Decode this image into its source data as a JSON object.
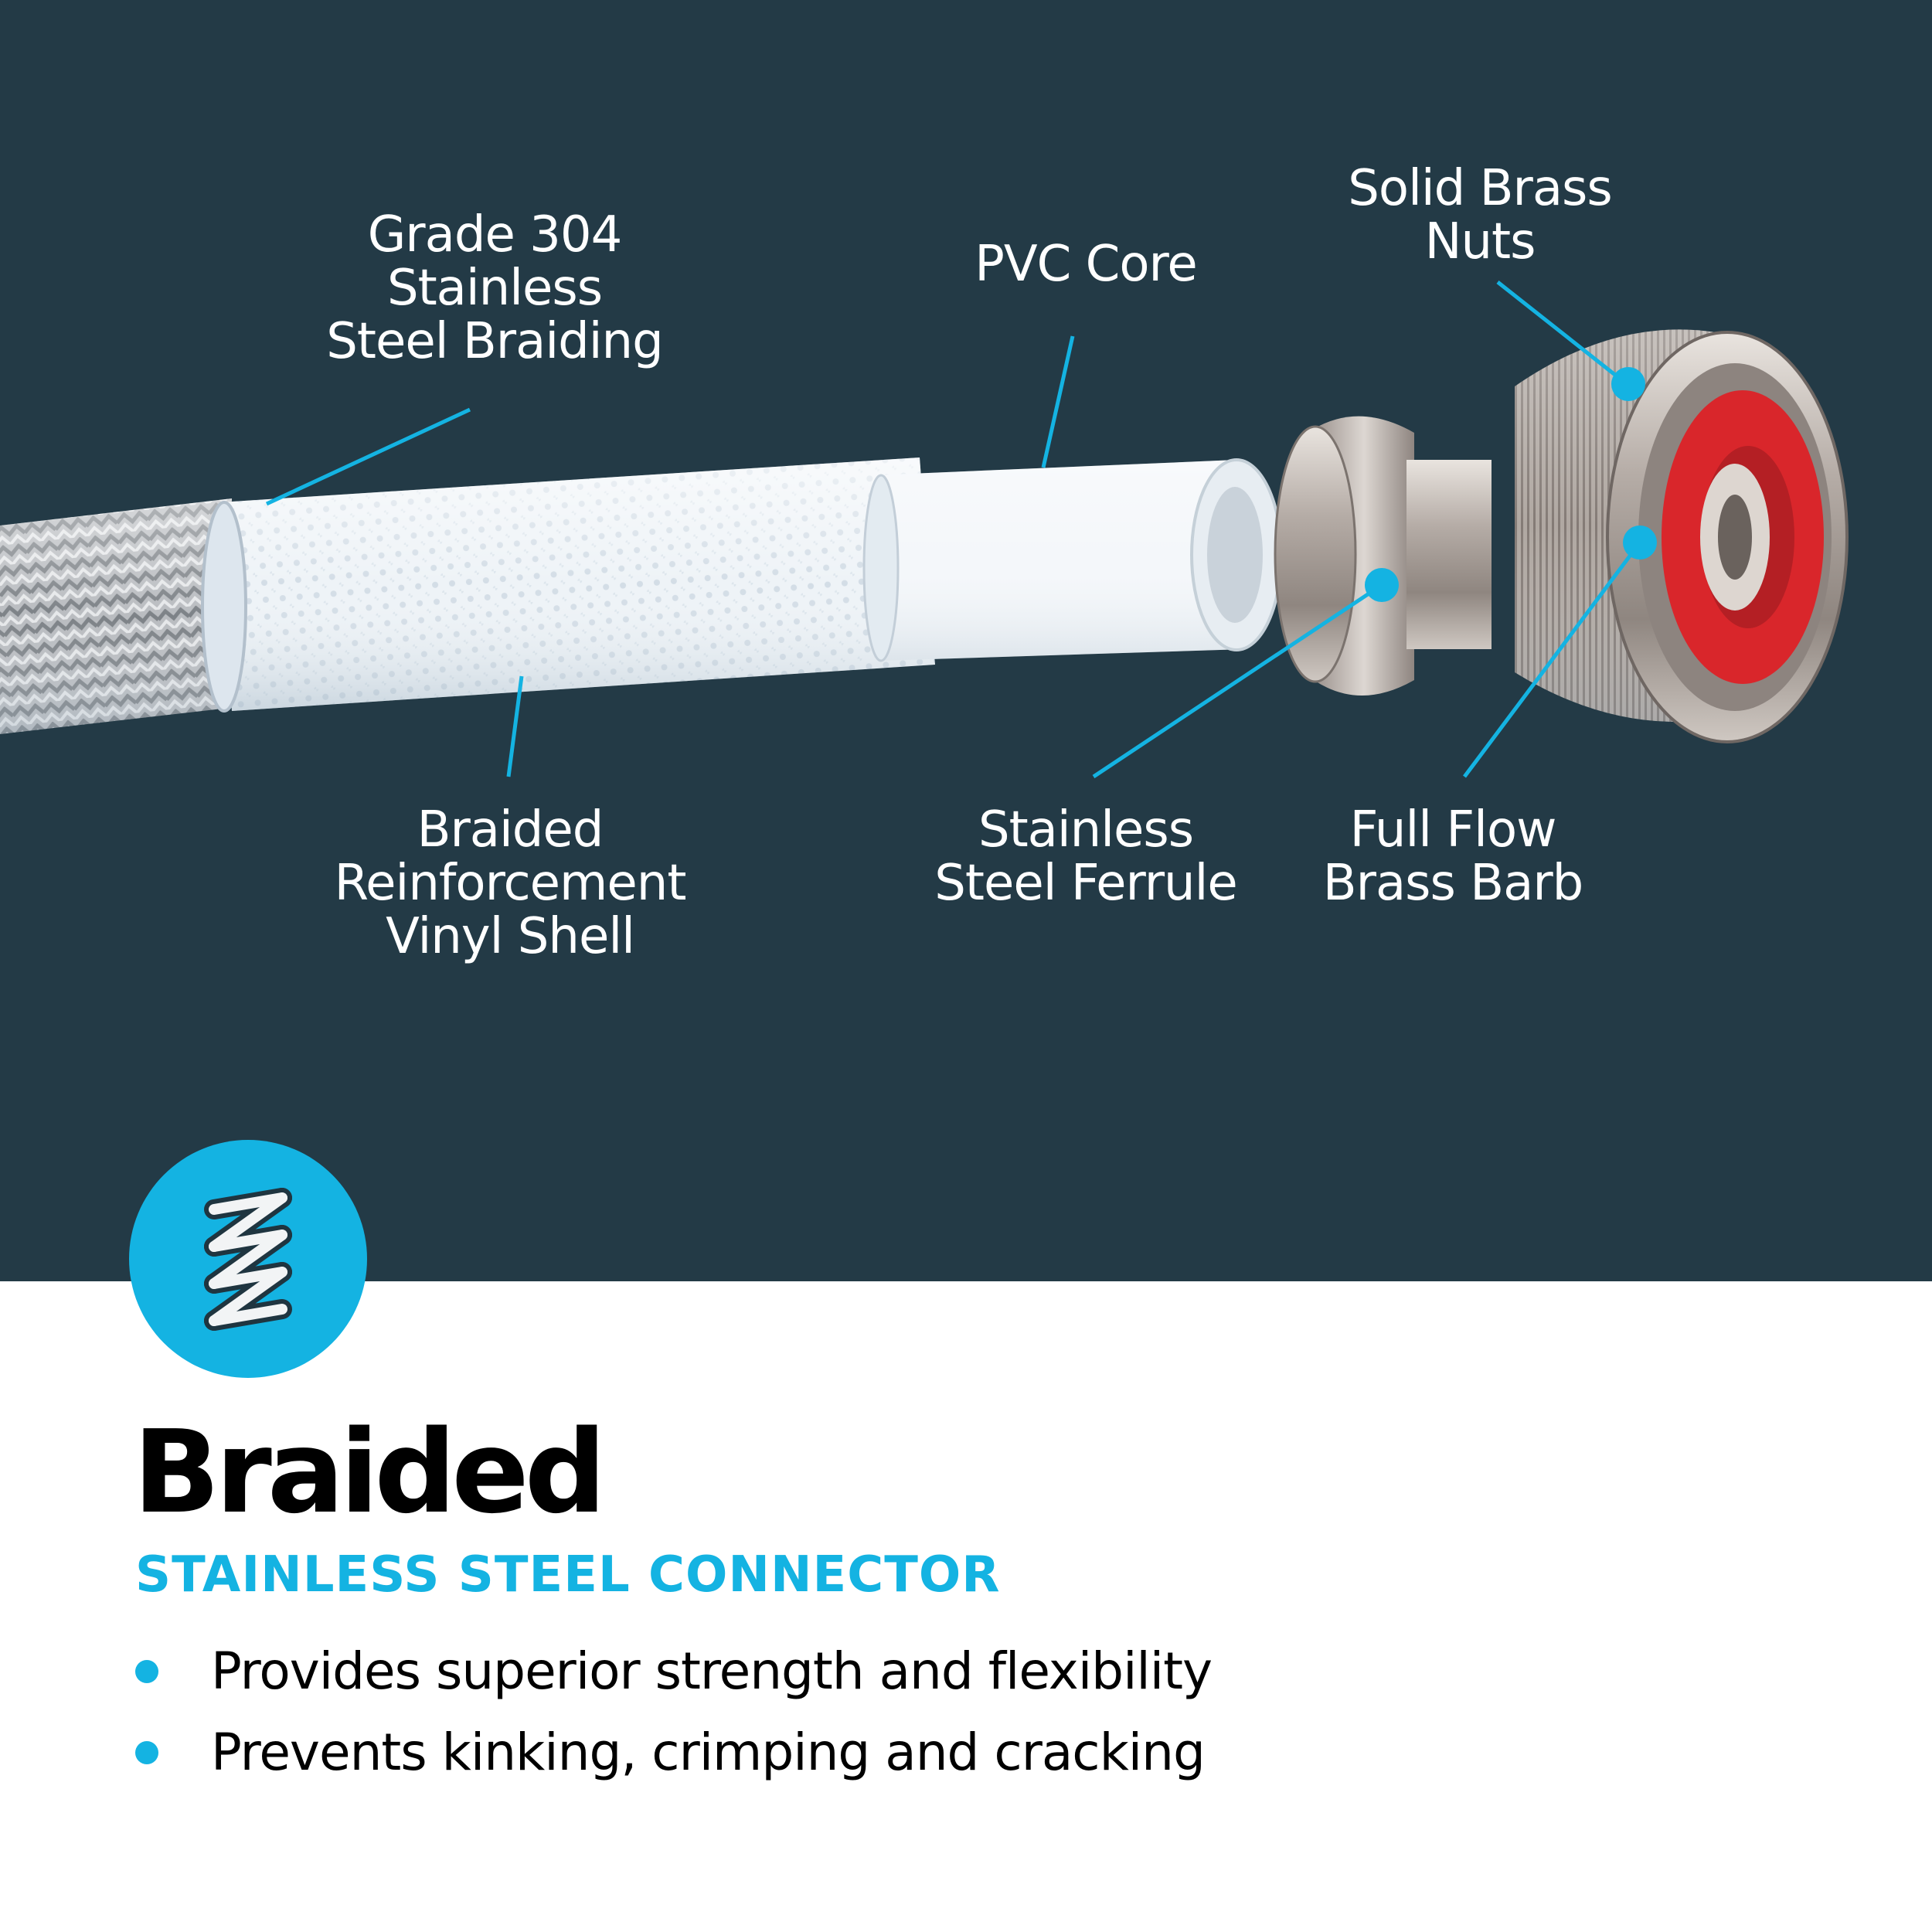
{
  "callouts": {
    "braiding": "Grade 304\nStainless\nSteel Braiding",
    "pvc_core": "PVC Core",
    "brass_nuts": "Solid Brass\nNuts",
    "vinyl_shell": "Braided\nReinforcement\nVinyl Shell",
    "ferrule": "Stainless\nSteel Ferrule",
    "barb": "Full Flow\nBrass Barb"
  },
  "title": "Braided",
  "subtitle": "STAINLESS STEEL CONNECTOR",
  "bullets": [
    "Provides superior strength and flexibility",
    "Prevents kinking, crimping and cracking"
  ],
  "colors": {
    "background_dark": "#233a46",
    "accent": "#14b3e2",
    "text_dark": "#000000",
    "text_light": "#ffffff",
    "seal_red": "#d9262b"
  },
  "icons": {
    "badge": "spring-coil-icon"
  }
}
